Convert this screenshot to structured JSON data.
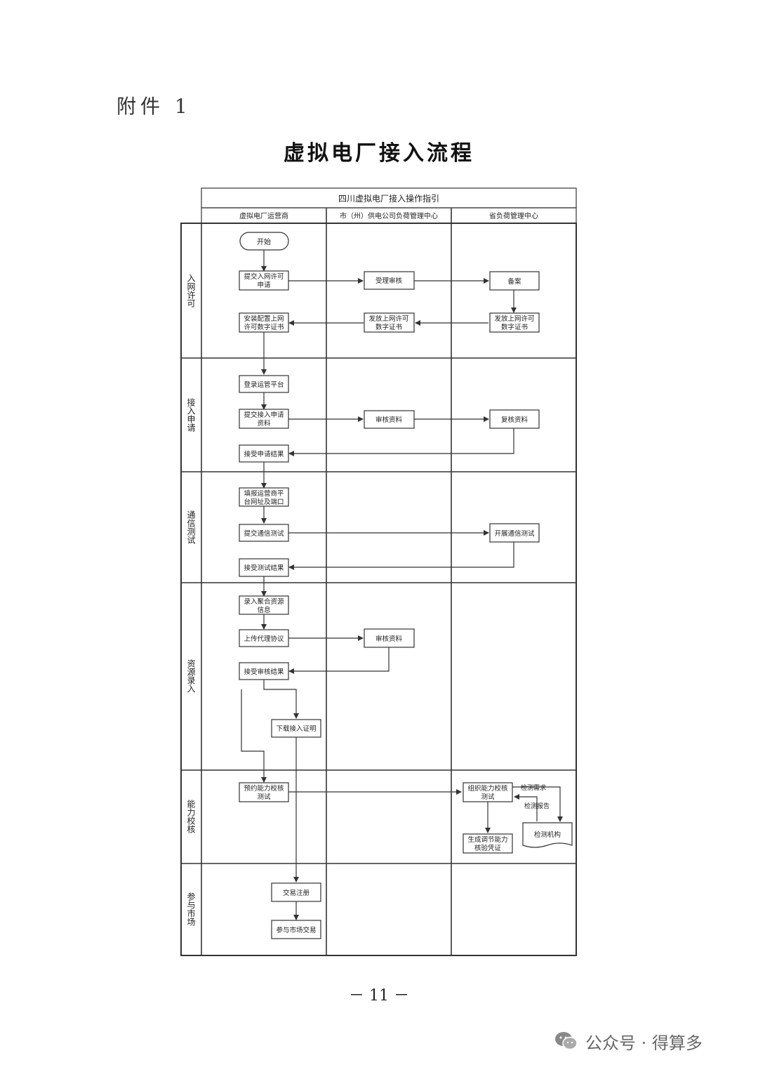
{
  "document": {
    "label": "附件 1",
    "title": "虚拟电厂接入流程",
    "page_number": "－ 11 －"
  },
  "watermark": {
    "text": "公众号 · 得算多",
    "icon": "wechat-icon"
  },
  "diagram": {
    "header": "四川虚拟电厂接入操作指引",
    "lanes": [
      "虚拟电厂运营商",
      "市（州）供电公司负荷管理中心",
      "省负荷管理中心"
    ],
    "phases": [
      "入网许可",
      "接入申请",
      "通信测试",
      "资源录入",
      "能力校核",
      "参与市场"
    ],
    "nodes": {
      "start": "开始",
      "submit_permit": [
        "提交入网许可",
        "申请"
      ],
      "accept_review": "受理审核",
      "record": "备案",
      "install_cert": [
        "安装配置上网",
        "许可数字证书"
      ],
      "city_issue_cert": [
        "发放上网许可",
        "数字证书"
      ],
      "prov_issue_cert": [
        "发放上网许可",
        "数字证书"
      ],
      "login_platform": "登录运管平台",
      "submit_access": [
        "提交接入申请",
        "资料"
      ],
      "review_materials": "审核资料",
      "recheck_materials": "复核资料",
      "receive_result": "接受申请结果",
      "fill_address": [
        "填报运营商平",
        "台网址及端口"
      ],
      "submit_comm_test": "提交通信测试",
      "conduct_comm_test": "开展通信测试",
      "receive_test_result": "接受测试结果",
      "enter_resource": [
        "录入聚合资源",
        "信息"
      ],
      "upload_agreement": "上传代理协议",
      "review_materials_2": "审核资料",
      "receive_review_result": "接受审核结果",
      "download_proof": "下载接入证明",
      "book_capability": [
        "预约能力校核",
        "测试"
      ],
      "organize_capability": [
        "组织能力校核",
        "测试"
      ],
      "generate_voucher": [
        "生成调节能力",
        "核验凭证"
      ],
      "testing_agency": "检测机构",
      "test_demand": "检测需求",
      "test_report": "检测报告",
      "trade_register": "交易注册",
      "market_trade": "参与市场交易"
    }
  }
}
